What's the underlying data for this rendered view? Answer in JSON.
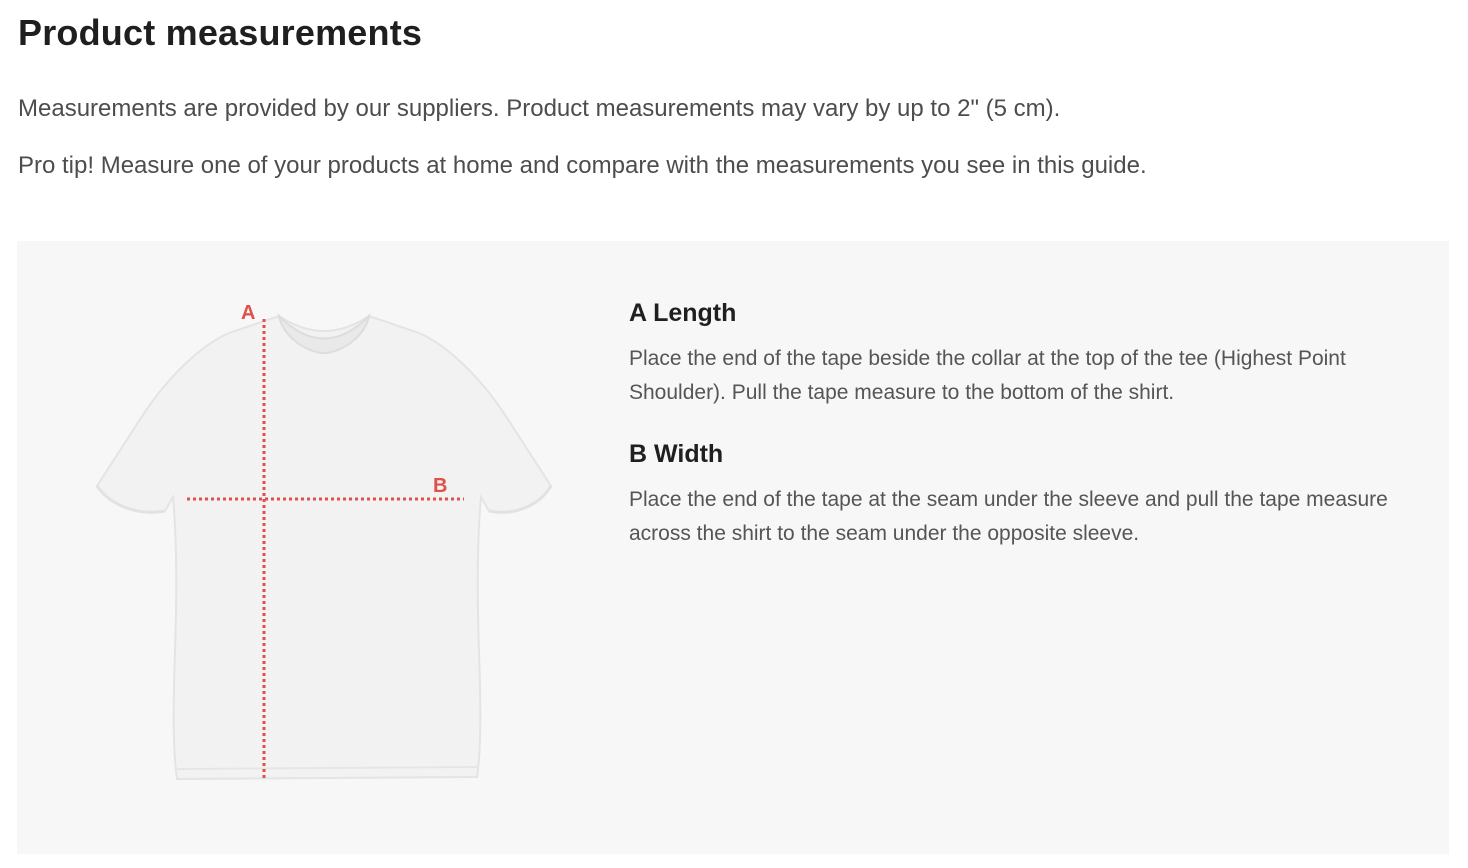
{
  "page": {
    "title": "Product measurements",
    "intro_line_1": "Measurements are provided by our suppliers. Product measurements may vary by up to 2\" (5 cm).",
    "intro_line_2": "Pro tip! Measure one of your products at home and compare with the measurements you see in this guide."
  },
  "diagram": {
    "image": "t-shirt-front",
    "marker_a": "A",
    "marker_b": "B",
    "marker_color": "#e0504a",
    "shirt_color": "#f1f1f1"
  },
  "measurements": [
    {
      "heading": "A Length",
      "description": "Place the end of the tape beside the collar at the top of the tee (Highest Point Shoulder). Pull the tape measure to the bottom of the shirt."
    },
    {
      "heading": "B Width",
      "description": "Place the end of the tape at the seam under the sleeve and pull the tape measure across the shirt to the seam under the opposite sleeve."
    }
  ],
  "colors": {
    "panel_background": "#f7f7f7",
    "heading_text": "#1f1f1f",
    "body_text": "#555555"
  }
}
